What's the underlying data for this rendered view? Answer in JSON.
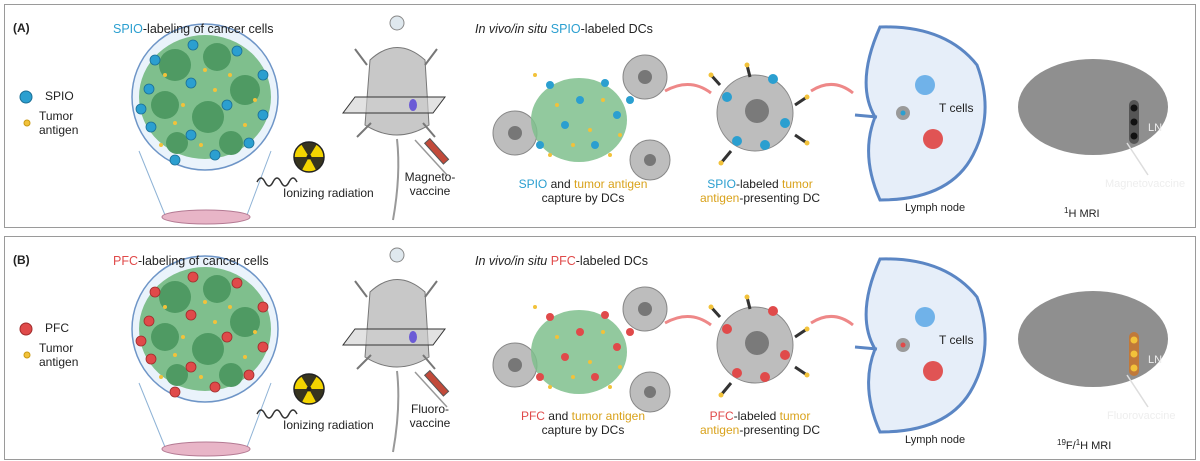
{
  "panels": [
    {
      "id": "A",
      "tag": "(A)",
      "agent": "SPIO",
      "agent_color": "#2b9fd0",
      "labeling_title_suffix": "-labeling of cancer cells",
      "legend_agent": "SPIO",
      "legend_antigen": "Tumor antigen",
      "radiation": "Ionizing radiation",
      "vaccine": "Magneto-vaccine",
      "insitu_prefix": "In vivo/in situ",
      "insitu_suffix": "-labeled DCs",
      "capture_and": "and",
      "capture_antigen": "tumor antigen",
      "capture_line2": "capture by DCs",
      "dc_suffix": "-labeled",
      "dc_tumor": "tumor",
      "dc_line2_antigen": "antigen",
      "dc_line2_rest": "-presenting DC",
      "tcells": "T cells",
      "lymph_node": "Lymph node",
      "ln": "LN",
      "mri_vaccine": "Magnetovaccine",
      "mri_sup": "1",
      "mri_label": "H MRI"
    },
    {
      "id": "B",
      "tag": "(B)",
      "agent": "PFC",
      "agent_color": "#e04a4a",
      "labeling_title_suffix": "-labeling of cancer cells",
      "legend_agent": "PFC",
      "legend_antigen": "Tumor antigen",
      "radiation": "Ionizing radiation",
      "vaccine": "Fluoro-vaccine",
      "insitu_prefix": "In vivo/in situ",
      "insitu_suffix": "-labeled DCs",
      "capture_and": "and",
      "capture_antigen": "tumor antigen",
      "capture_line2": "capture by DCs",
      "dc_suffix": "-labeled",
      "dc_tumor": "tumor",
      "dc_line2_antigen": "antigen",
      "dc_line2_rest": "-presenting DC",
      "tcells": "T cells",
      "lymph_node": "Lymph node",
      "ln": "LN",
      "mri_vaccine": "Fluorovaccine",
      "mri_sup1": "19",
      "mri_mid": "F/",
      "mri_sup2": "1",
      "mri_label": "H MRI"
    }
  ]
}
